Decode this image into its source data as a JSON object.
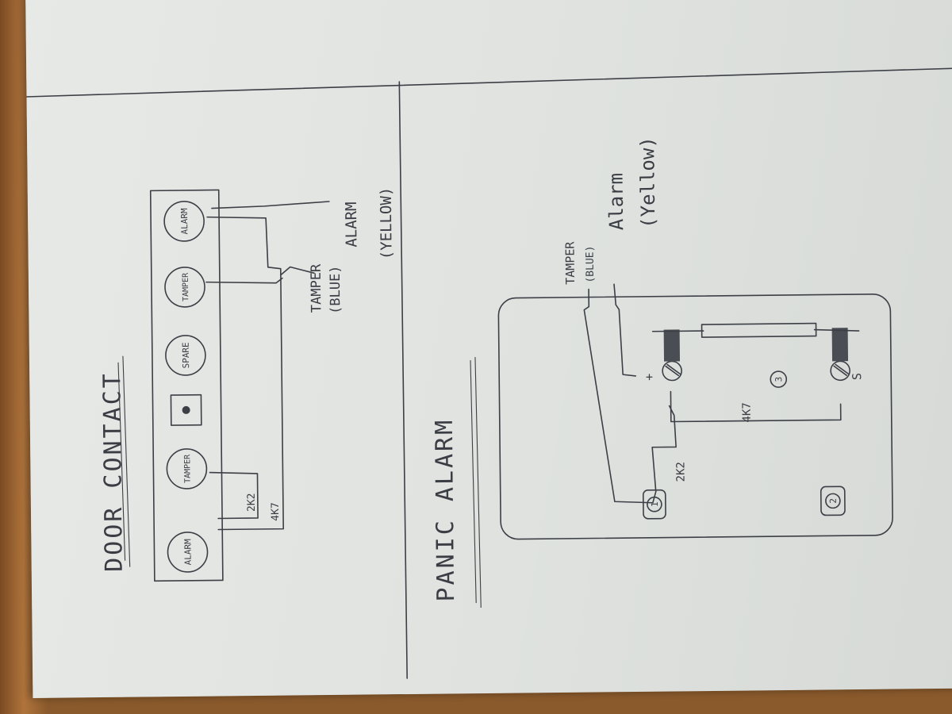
{
  "door_contact": {
    "title": "DOOR CONTACT",
    "terminals": [
      "ALARM",
      "TAMPER",
      "SPARE",
      "TAMPER",
      "ALARM"
    ],
    "resistor_2k2": "2K2",
    "resistor_4k7": "4K7",
    "tamper_label": "TAMPER",
    "tamper_color": "(BLUE)",
    "alarm_label": "ALARM",
    "alarm_color": "(YELLOW)"
  },
  "panic_alarm": {
    "title": "PANIC ALARM",
    "tamper_label": "TAMPER",
    "tamper_color": "(BLUE)",
    "alarm_label": "Alarm",
    "alarm_color": "(Yellow)",
    "resistor_4k7": "4K7",
    "resistor_2k2": "2K2",
    "terminal_plus": "+",
    "terminal_s": "S",
    "marker_1": "1",
    "marker_2": "2",
    "marker_3": "3"
  },
  "colors": {
    "ink": "#3c3f45",
    "paper": "#e2e5e2",
    "desk": "#8a5a2c"
  }
}
